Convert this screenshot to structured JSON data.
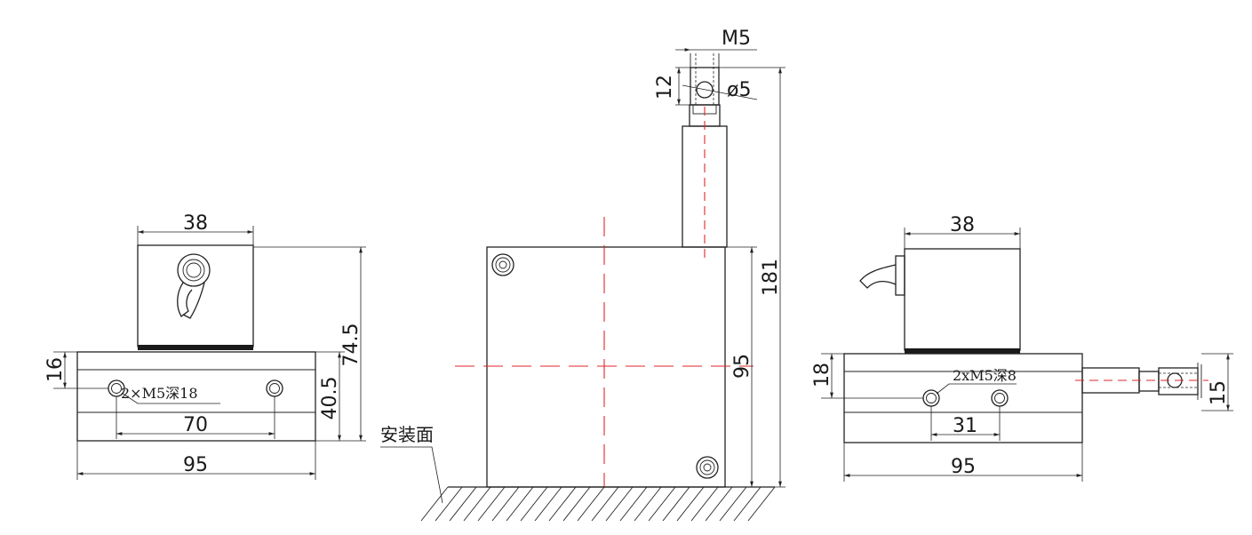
{
  "colors": {
    "line": "#222222",
    "centerline": "#e0262b",
    "background": "#ffffff"
  },
  "left_view": {
    "dim_width_top": "38",
    "dim_height_total": "74.5",
    "dim_base_height": "40.5",
    "dim_hole_offset": "16",
    "dim_hole_spacing": "70",
    "dim_width_base": "95",
    "note_holes": "2×M5深18"
  },
  "center_view": {
    "dim_thread": "M5",
    "dim_thread_length": "12",
    "dim_diameter": "ø5",
    "dim_total_height": "181",
    "dim_body_height": "95",
    "label_mounting_surface": "安装面"
  },
  "right_view": {
    "dim_width_top": "38",
    "dim_hole_offset": "18",
    "dim_hole_spacing": "31",
    "dim_width_base": "95",
    "dim_rod_height": "15",
    "note_holes": "2xM5深8"
  }
}
